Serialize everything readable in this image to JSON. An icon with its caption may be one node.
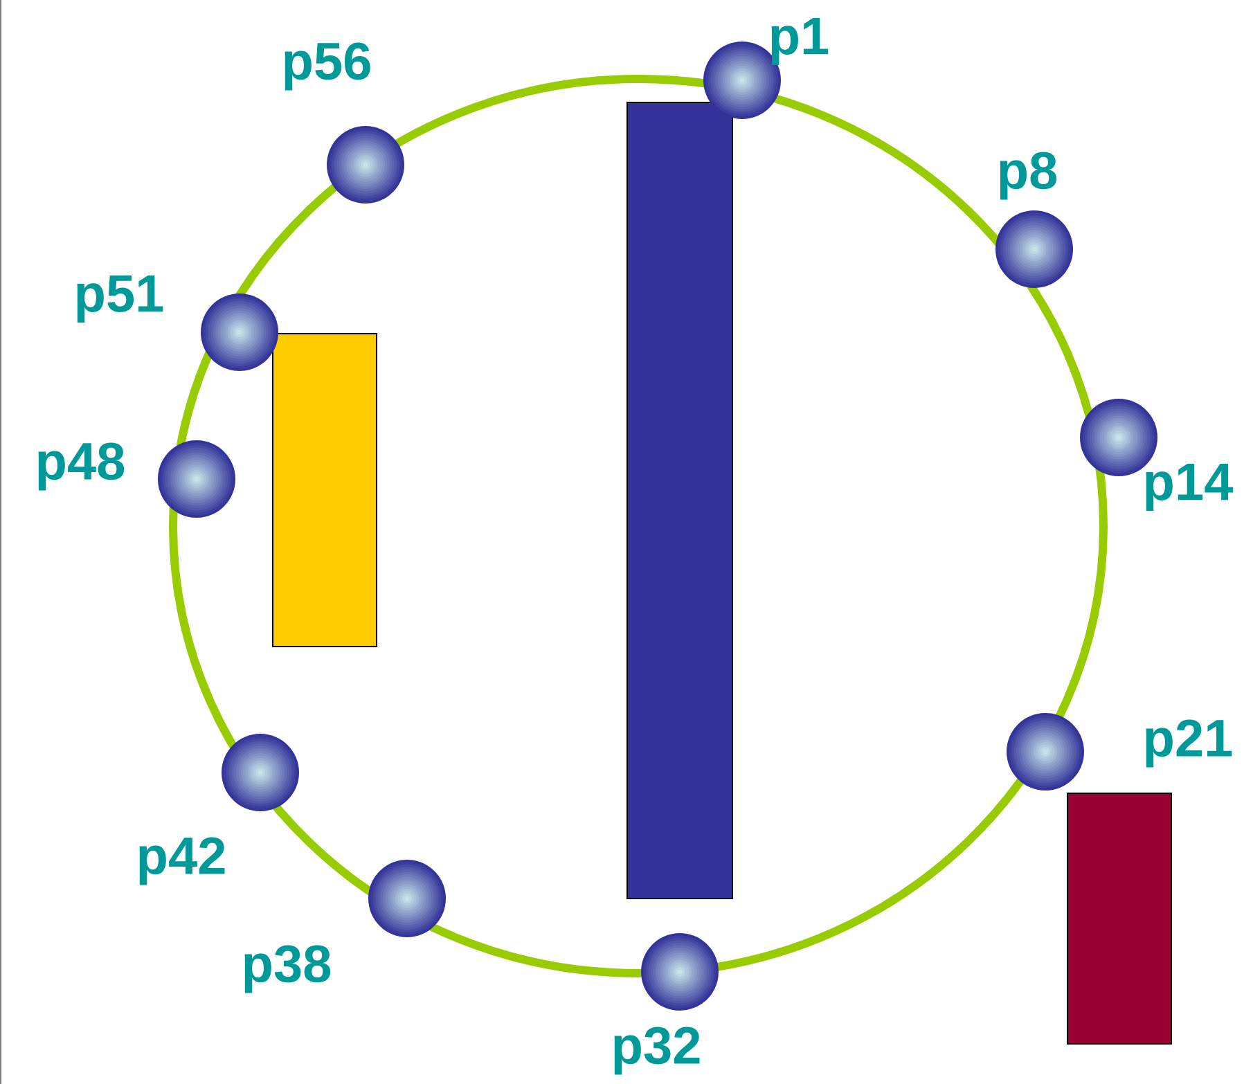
{
  "diagram": {
    "nodes": [
      {
        "text": [
          "p1"
        ]
      },
      {
        "text": [
          "p8"
        ]
      },
      {
        "text": [
          "p14"
        ]
      },
      {
        "text": [
          "p21"
        ]
      },
      {
        "text": [
          "p32"
        ]
      },
      {
        "text": [
          "p38"
        ]
      },
      {
        "text": [
          "p42"
        ]
      },
      {
        "text": [
          "p48"
        ]
      },
      {
        "text": [
          "p51"
        ]
      },
      {
        "text": [
          "p56"
        ]
      },
      {
        "text": [],
        "shape": "bar"
      },
      {
        "text": [],
        "shape": "bar"
      },
      {
        "text": [],
        "shape": "bar"
      }
    ]
  }
}
